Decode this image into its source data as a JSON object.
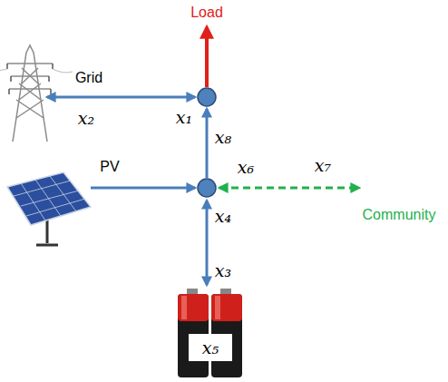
{
  "diagram": {
    "labels": [
      "Load",
      "Grid",
      "x₂",
      "x₁",
      "x₈",
      "PV",
      "x₆",
      "x₇",
      "Community",
      "x₄",
      "x₃",
      "x₅"
    ]
  }
}
